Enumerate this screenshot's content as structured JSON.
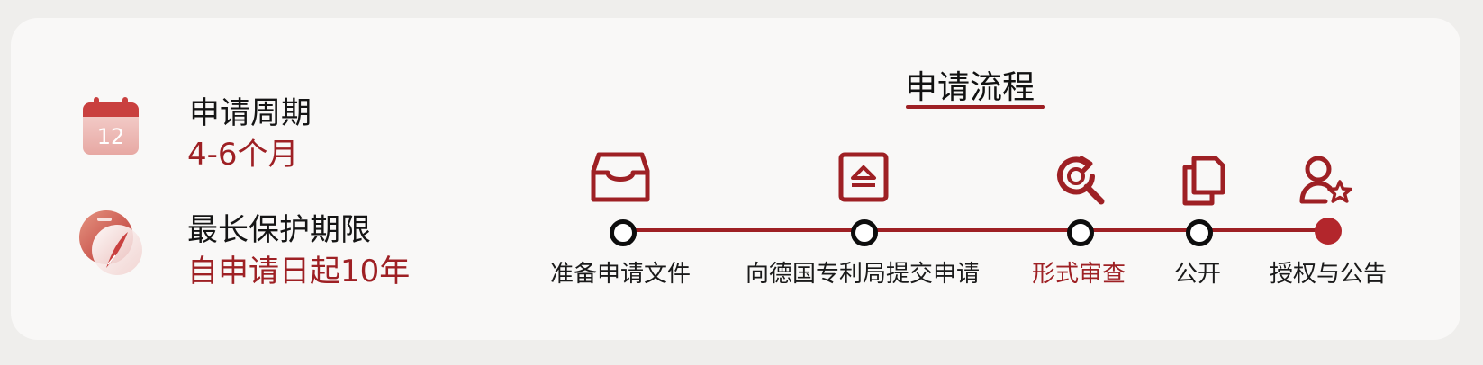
{
  "info": {
    "period_title": "申请周期",
    "period_value": "4-6个月",
    "calendar_day": "12",
    "protection_title": "最长保护期限",
    "protection_value": "自申请日起10年"
  },
  "process": {
    "title": "申请流程",
    "steps": [
      {
        "label": "准备申请文件",
        "icon": "inbox-tray-icon"
      },
      {
        "label": "向德国专利局提交申请",
        "icon": "upload-document-icon"
      },
      {
        "label": "形式审查",
        "icon": "refresh-search-icon"
      },
      {
        "label": "公开",
        "icon": "copy-documents-icon"
      },
      {
        "label": "授权与公告",
        "icon": "user-star-icon"
      }
    ]
  },
  "colors": {
    "accent": "#9e2024",
    "final_node": "#b3262c",
    "text": "#151515",
    "card_bg": "#f9f8f7",
    "page_bg": "#efeeec"
  }
}
